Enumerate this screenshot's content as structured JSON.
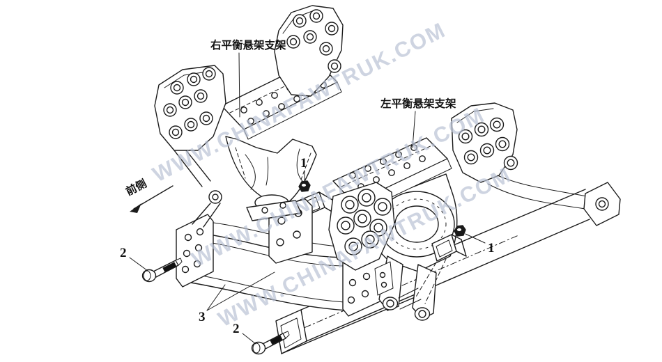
{
  "diagram": {
    "type": "exploded-parts-technical-drawing",
    "background_color": "#ffffff",
    "line_color": "#1b1b1b",
    "labels": {
      "right_bracket": "右平衡悬架支架",
      "left_bracket": "左平衡悬架支架",
      "front_side": "前侧"
    },
    "callouts": [
      {
        "number": "1",
        "part": "hex-nut-upper"
      },
      {
        "number": "1",
        "part": "hex-nut-lower"
      },
      {
        "number": "2",
        "part": "hex-bolt-left"
      },
      {
        "number": "2",
        "part": "hex-bolt-bottom"
      },
      {
        "number": "3",
        "part": "curved-support-plates"
      }
    ],
    "watermark": {
      "text": "WWW.CHINAFAWTRUK.COM",
      "color": "#b7c0d3",
      "angle_deg": -27,
      "repetitions": 3
    }
  }
}
